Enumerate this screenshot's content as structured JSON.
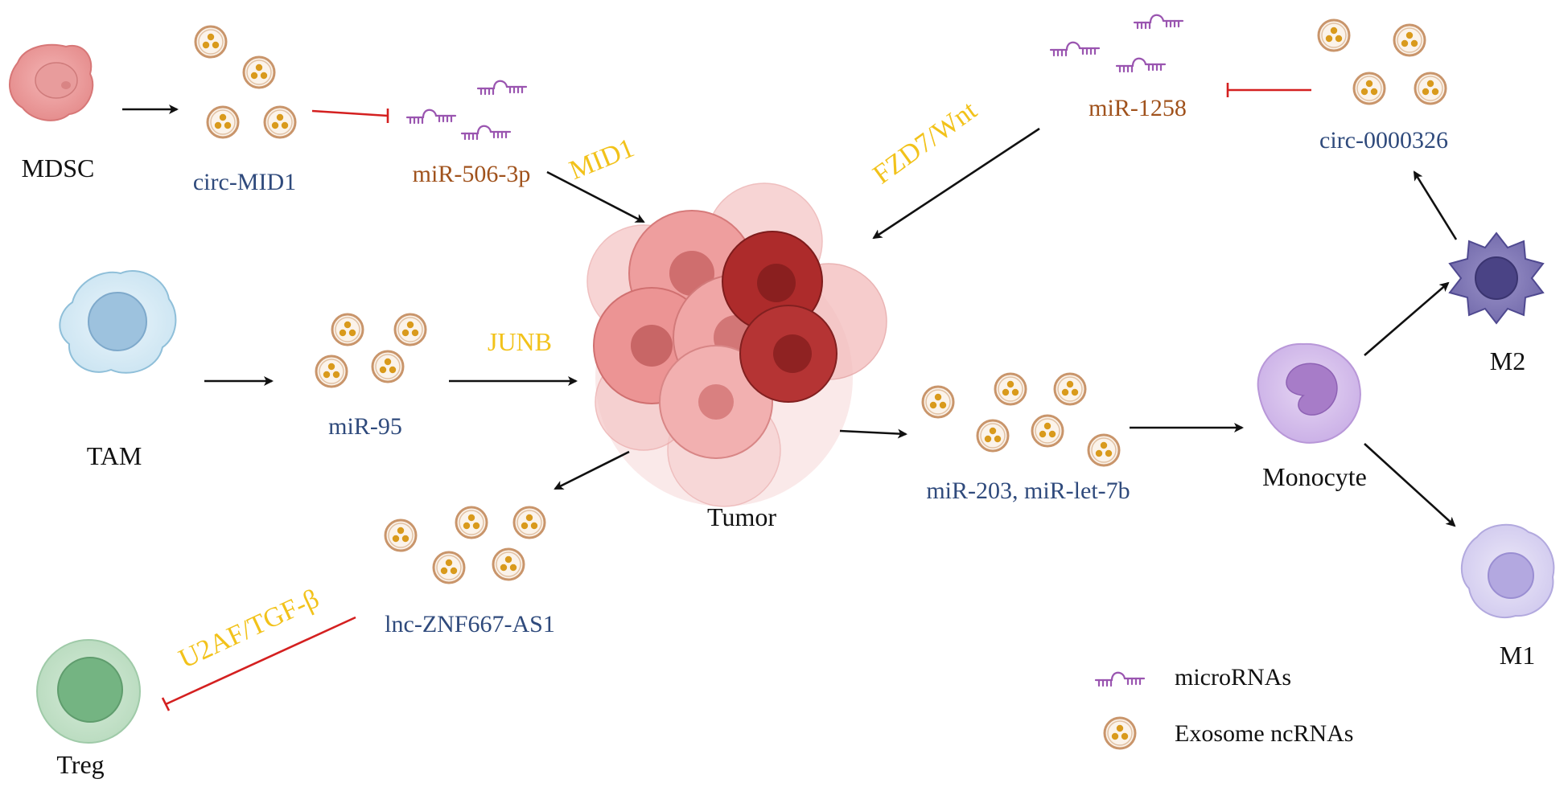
{
  "cells": {
    "mdsc": "MDSC",
    "tam": "TAM",
    "treg": "Treg",
    "tumor": "Tumor",
    "monocyte": "Monocyte",
    "m1": "M1",
    "m2": "M2"
  },
  "ncrnas": {
    "circ_mid1": "circ-MID1",
    "mir_506": "miR-506-3p",
    "mir_95": "miR-95",
    "lnc_znf": "lnc-ZNF667-AS1",
    "mir_203": "miR-203, miR-let-7b",
    "mir_1258": "miR-1258",
    "circ_326": "circ-0000326"
  },
  "pathways": {
    "mid1": "MID1",
    "junb": "JUNB",
    "fzd7": "FZD7/Wnt",
    "u2af": "U2AF/TGF-β"
  },
  "legend": {
    "micro": "microRNAs",
    "exo": "Exosome ncRNAs"
  },
  "colors": {
    "label_blue": "#2f4a7c",
    "label_brown": "#a0521c",
    "pathway_yellow": "#f2c21a",
    "inhibit_red": "#d42020",
    "arrow_black": "#111111",
    "exosome_ring": "#c9956b",
    "exosome_dot": "#d99a1c",
    "microrna": "#9a55b0"
  }
}
